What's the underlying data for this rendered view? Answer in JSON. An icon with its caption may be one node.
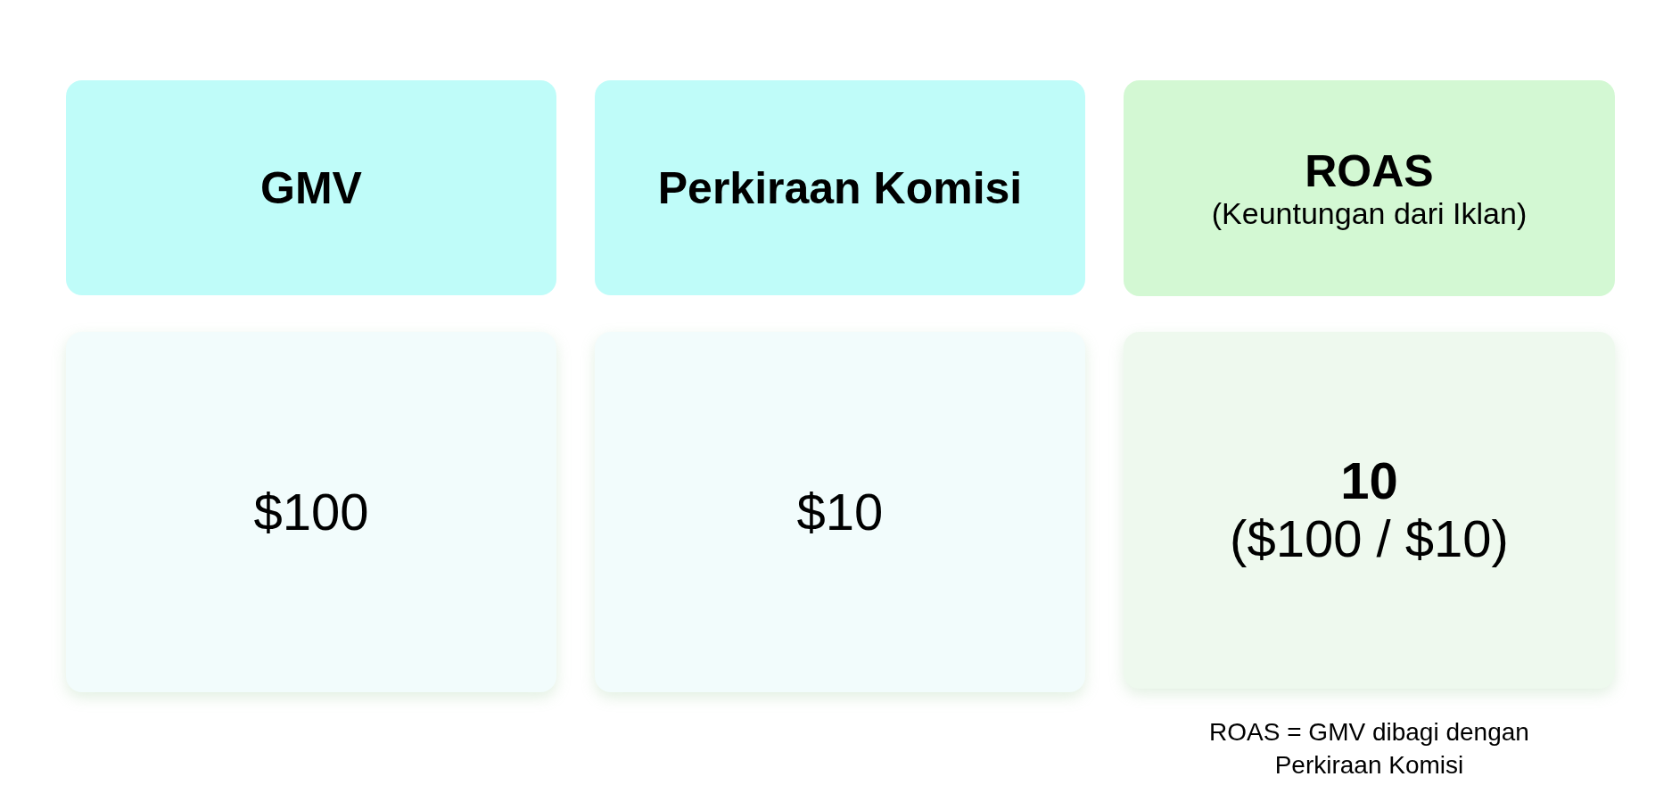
{
  "diagram": {
    "nodes": [
      {
        "text": [
          "GMV"
        ]
      },
      {
        "text": [
          "Perkiraan Komisi"
        ]
      },
      {
        "text": [
          "ROAS",
          "(Keuntungan dari Iklan)"
        ]
      },
      {
        "text": [
          "$100"
        ]
      },
      {
        "text": [
          "$10"
        ]
      },
      {
        "text": [
          "10",
          "($100 / $10)"
        ],
        "beside": [
          "ROAS = GMV dibagi dengan Perkiraan Komisi"
        ]
      }
    ]
  }
}
